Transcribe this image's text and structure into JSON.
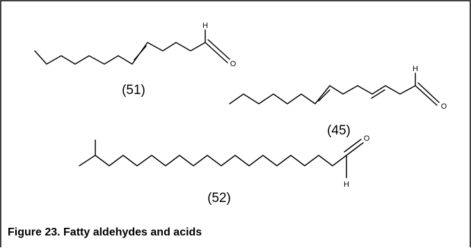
{
  "compounds": [
    {
      "id": "51",
      "label": "(51)",
      "atoms": {
        "hydrogen": "H",
        "oxygen": "O"
      }
    },
    {
      "id": "45",
      "label": "(45)",
      "atoms": {
        "hydrogen": "H",
        "oxygen": "O"
      }
    },
    {
      "id": "52",
      "label": "(52)",
      "atoms": {
        "hydrogen": "H",
        "oxygen": "O"
      }
    }
  ],
  "caption": "Figure 23. Fatty aldehydes and acids",
  "colors": {
    "ink": "#000000",
    "background": "#ffffff"
  }
}
